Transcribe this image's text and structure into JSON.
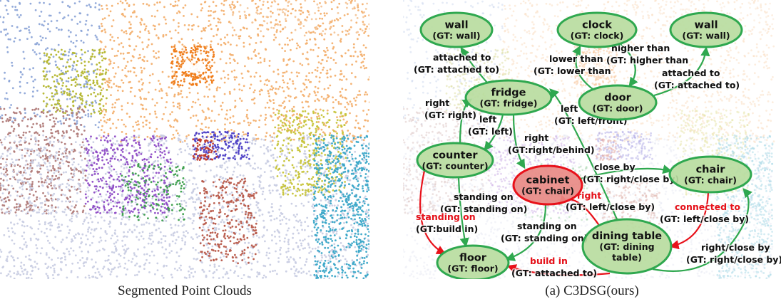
{
  "captions": {
    "left": "Segmented Point Clouds",
    "right": "(a) C3DSG(ours)"
  },
  "colors": {
    "correct_node_fill": "#b9dca0",
    "correct_node_stroke": "#2fa84f",
    "wrong_node_fill": "#e88a86",
    "wrong_node_stroke": "#e8111a",
    "correct_edge": "#2fa84f",
    "wrong_edge": "#e8111a",
    "background_wall": "#f6b37a",
    "floor": "#dde3ee"
  },
  "graph": {
    "nodes": [
      {
        "id": "wall1",
        "name": "wall",
        "gt": "(GT: wall)",
        "correct": true
      },
      {
        "id": "clock",
        "name": "clock",
        "gt": "(GT: clock)",
        "correct": true
      },
      {
        "id": "wall2",
        "name": "wall",
        "gt": "(GT: wall)",
        "correct": true
      },
      {
        "id": "fridge",
        "name": "fridge",
        "gt": "(GT: fridge)",
        "correct": true
      },
      {
        "id": "door",
        "name": "door",
        "gt": "(GT: door)",
        "correct": true
      },
      {
        "id": "counter",
        "name": "counter",
        "gt": "(GT: counter)",
        "correct": true
      },
      {
        "id": "cabinet",
        "name": "cabinet",
        "gt": "(GT: chair)",
        "correct": false
      },
      {
        "id": "chair",
        "name": "chair",
        "gt": "(GT: chair)",
        "correct": true
      },
      {
        "id": "floor",
        "name": "floor",
        "gt": "(GT: floor)",
        "correct": true
      },
      {
        "id": "dining_table",
        "name": "dining table",
        "gt": "(GT: dining table)",
        "gt_lines": [
          "(GT: dining",
          "table)"
        ],
        "correct": true
      }
    ],
    "edges": [
      {
        "id": "fridge-wall1",
        "correct": true,
        "lines": [
          "attached to",
          "(GT: attached to)"
        ]
      },
      {
        "id": "door-clock",
        "correct": true,
        "lines": [
          "lower than",
          "(GT: lower than"
        ]
      },
      {
        "id": "clock-door",
        "correct": true,
        "lines": [
          "higher than",
          "(GT: higher than"
        ]
      },
      {
        "id": "door-wall2",
        "correct": true,
        "lines": [
          "attached to",
          "(GT: attached to)"
        ]
      },
      {
        "id": "counter-fridge",
        "correct": true,
        "lines": [
          "right",
          "(GT: right)"
        ]
      },
      {
        "id": "fridge-counter",
        "correct": true,
        "lines": [
          "left",
          "(GT: left)"
        ]
      },
      {
        "id": "table-fridge",
        "correct": true,
        "lines": [
          "left",
          "(GT: left/front)"
        ]
      },
      {
        "id": "fridge-cabinet",
        "correct": true,
        "lines": [
          "right",
          "(GT:right/behind)"
        ]
      },
      {
        "id": "cabinet-chair",
        "correct": true,
        "lines": [
          "close by",
          "(GT: right/close by)"
        ]
      },
      {
        "id": "table-cabinet",
        "correct": false,
        "lines": [
          "right",
          "(GT: left/close by)"
        ]
      },
      {
        "id": "counter-floor",
        "correct": true,
        "lines": [
          "standing on",
          "(GT: standing on)"
        ]
      },
      {
        "id": "counter-floor-red",
        "correct": false,
        "lines": [
          "standing on",
          "(GT:build in)"
        ]
      },
      {
        "id": "cabinet-floor",
        "correct": true,
        "lines": [
          "standing on",
          "(GT: standing on)"
        ]
      },
      {
        "id": "chair-table",
        "correct": false,
        "lines": [
          "connected to",
          "(GT: left/close by)"
        ]
      },
      {
        "id": "table-chair",
        "correct": true,
        "lines": [
          "right/close by",
          "(GT: right/close by)"
        ]
      },
      {
        "id": "table-floor",
        "correct": false,
        "lines": [
          "build in",
          "(GT: attached to)"
        ]
      }
    ]
  }
}
